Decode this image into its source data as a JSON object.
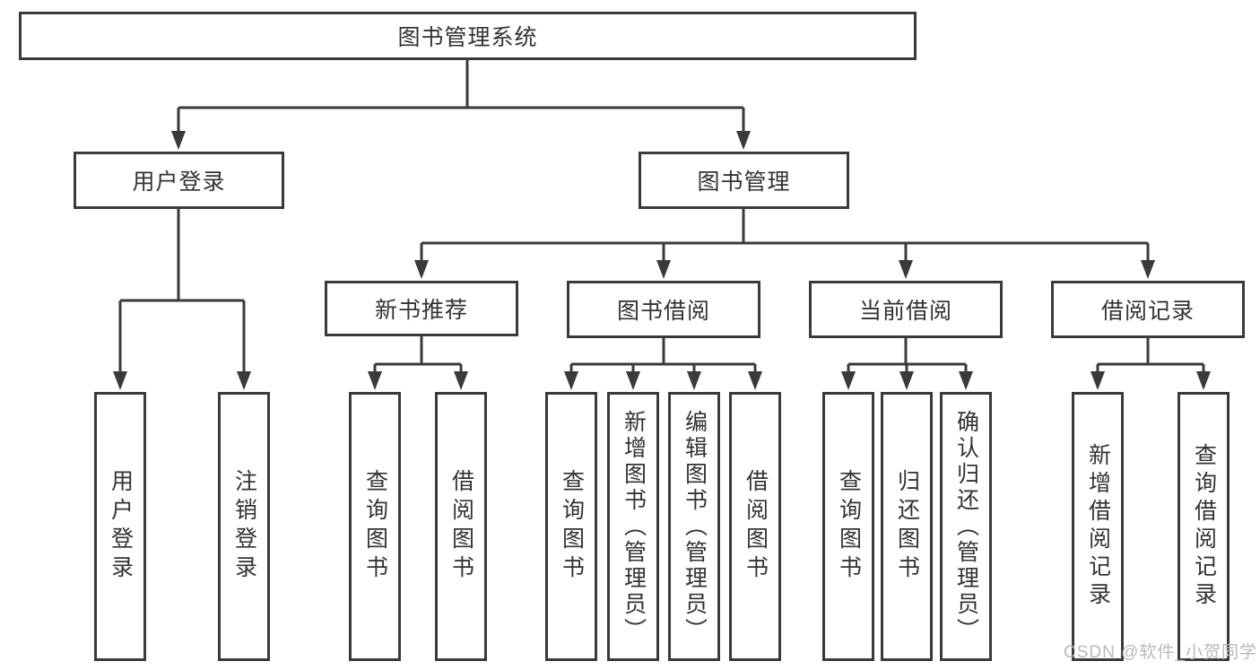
{
  "theme": {
    "line": "#3a3a3a",
    "text": "#333333",
    "watermark": "#b9b9b9",
    "bg": "#ffffff"
  },
  "root": {
    "label": "图书管理系统"
  },
  "branches": [
    {
      "label": "用户登录",
      "children": [
        {
          "label": "用户登录"
        },
        {
          "label": "注销登录"
        }
      ]
    },
    {
      "label": "图书管理",
      "children": [
        {
          "label": "新书推荐",
          "children": [
            {
              "label": "查询图书"
            },
            {
              "label": "借阅图书"
            }
          ]
        },
        {
          "label": "图书借阅",
          "children": [
            {
              "label": "查询图书"
            },
            {
              "label": "新增图书（管理员）"
            },
            {
              "label": "编辑图书（管理员）"
            },
            {
              "label": "借阅图书"
            }
          ]
        },
        {
          "label": "当前借阅",
          "children": [
            {
              "label": "查询图书"
            },
            {
              "label": "归还图书"
            },
            {
              "label": "确认归还（管理员）"
            }
          ]
        },
        {
          "label": "借阅记录",
          "children": [
            {
              "label": "新增借阅记录"
            },
            {
              "label": "查询借阅记录"
            }
          ]
        }
      ]
    }
  ],
  "watermark": "CSDN @软件_小贺同学"
}
